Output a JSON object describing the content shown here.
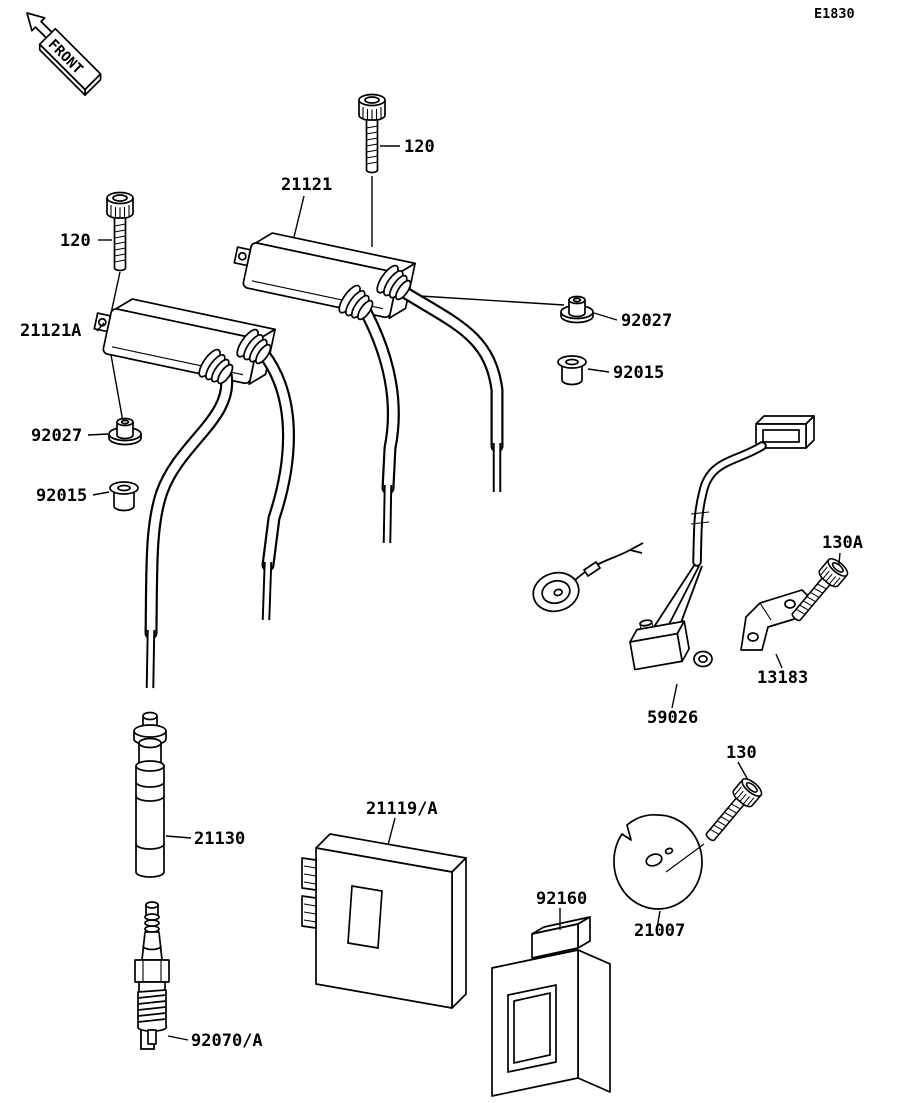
{
  "diagram": {
    "code": "E1830",
    "front_label": "FRONT",
    "background_color": "#ffffff",
    "line_color": "#000000"
  },
  "parts": [
    {
      "id": "bolt-120-top",
      "label": "120"
    },
    {
      "id": "ignition-coil-21121",
      "label": "21121"
    },
    {
      "id": "bolt-120-left",
      "label": "120"
    },
    {
      "id": "ignition-coil-21121a",
      "label": "21121A"
    },
    {
      "id": "grommet-92027-right",
      "label": "92027"
    },
    {
      "id": "damper-92015-right",
      "label": "92015"
    },
    {
      "id": "grommet-92027-left",
      "label": "92027"
    },
    {
      "id": "damper-92015-left",
      "label": "92015"
    },
    {
      "id": "bolt-130a",
      "label": "130A"
    },
    {
      "id": "bracket-13183",
      "label": "13183"
    },
    {
      "id": "pickup-coil-59026",
      "label": "59026"
    },
    {
      "id": "plug-cap-21130",
      "label": "21130"
    },
    {
      "id": "igniter-21119a",
      "label": "21119/A"
    },
    {
      "id": "spark-plug-92070a",
      "label": "92070/A"
    },
    {
      "id": "case-92160",
      "label": "92160"
    },
    {
      "id": "bolt-130",
      "label": "130"
    },
    {
      "id": "timing-rotor-21007",
      "label": "21007"
    }
  ]
}
